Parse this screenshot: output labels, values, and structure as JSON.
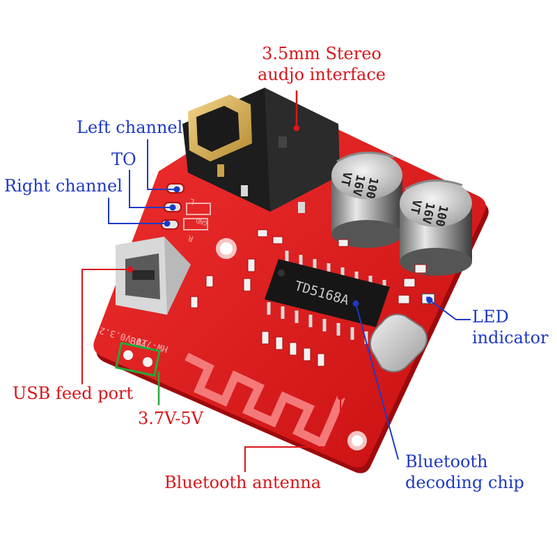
{
  "labels": {
    "audio_interface": "3.5mm Stereo audjo interface",
    "left_channel": "Left channel",
    "to": "TO",
    "right_channel": "Right channel",
    "led_indicator": "LED indicator",
    "usb_feed_port": "USB feed port",
    "voltage": "3.7V-5V",
    "bluetooth_antenna": "Bluetooth antenna",
    "bluetooth_chip": "Bluetooth decoding chip"
  },
  "board_text": {
    "chip": "TD5168A",
    "capacitor_value": "100",
    "capacitor_voltage": "16V",
    "capacitor_series": "VT",
    "model": "HW-770 V0.3.2",
    "battery": "BAT",
    "pad_left": "L",
    "pad_gnd": "GND",
    "pad_right": "R"
  },
  "colors": {
    "pcb": "#e01a1a",
    "label_red": "#d8161b",
    "label_blue": "#1f39c4",
    "pointer_blue": "#1f39c4",
    "pointer_green": "#26a83a",
    "pointer_red": "#d8161b"
  }
}
